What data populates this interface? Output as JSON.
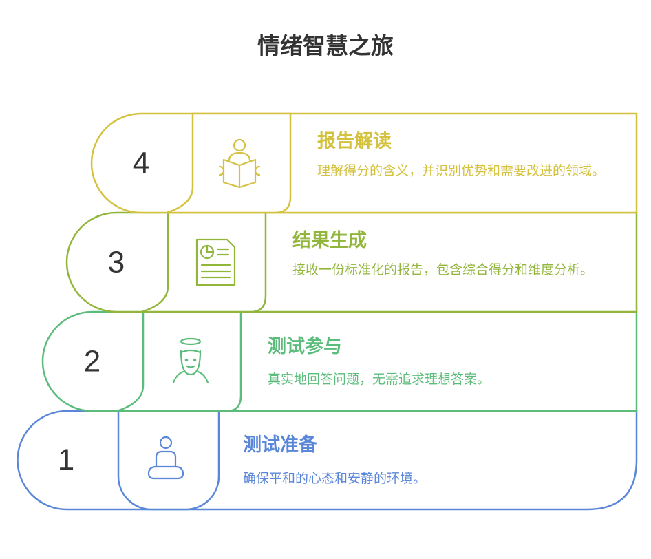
{
  "title": "情绪智慧之旅",
  "steps": [
    {
      "number": "1",
      "title": "测试准备",
      "description": "确保平和的心态和安静的环境。",
      "icon": "meditation-icon",
      "color": "#5b87d8"
    },
    {
      "number": "2",
      "title": "测试参与",
      "description": "真实地回答问题，无需追求理想答案。",
      "icon": "halo-person-icon",
      "color": "#5cbc7c"
    },
    {
      "number": "3",
      "title": "结果生成",
      "description": "接收一份标准化的报告，包含综合得分和维度分析。",
      "icon": "report-document-icon",
      "color": "#92b63c"
    },
    {
      "number": "4",
      "title": "报告解读",
      "description": "理解得分的含义，并识别优势和需要改进的领域。",
      "icon": "reading-person-icon",
      "color": "#d4c23e"
    }
  ]
}
